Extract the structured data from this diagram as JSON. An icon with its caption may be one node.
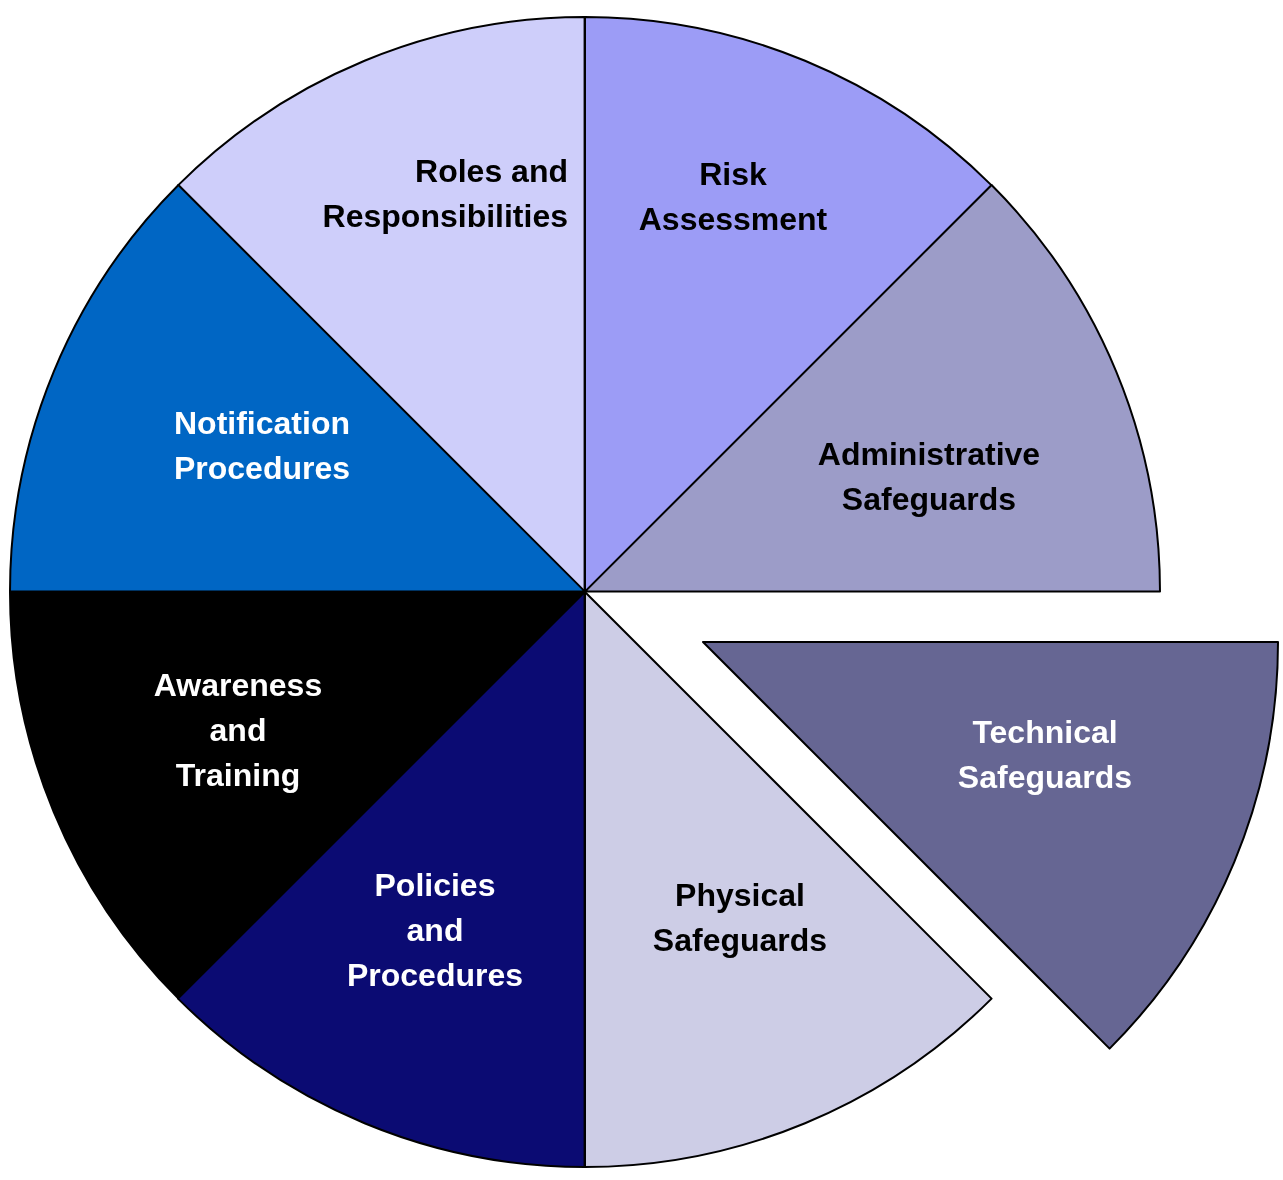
{
  "diagram": {
    "nodes": [
      {
        "text": [
          "Roles and Responsibilities"
        ]
      },
      {
        "text": [
          "Risk Assessment"
        ]
      },
      {
        "text": [
          "Notification Procedures"
        ]
      },
      {
        "text": [
          "Administrative Safeguards"
        ]
      },
      {
        "text": [
          "Awareness and Training"
        ]
      },
      {
        "text": [
          "Technical Safeguards"
        ]
      },
      {
        "text": [
          "Policies and Procedures"
        ]
      },
      {
        "text": [
          "Physical Safeguards"
        ]
      }
    ]
  }
}
